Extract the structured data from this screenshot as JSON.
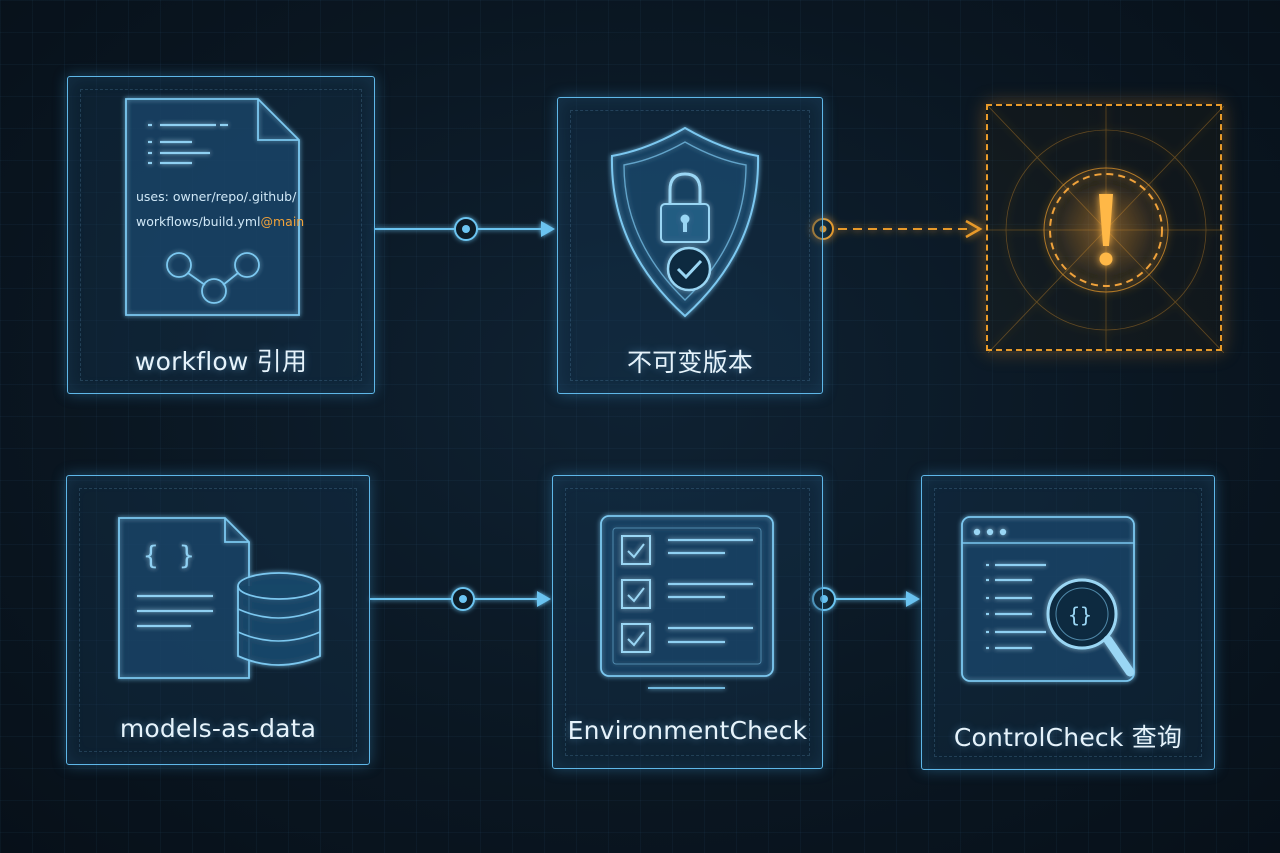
{
  "diagram": {
    "nodes": {
      "workflow": {
        "label": "workflow 引用",
        "code_line1": "uses: owner/repo/.github/",
        "code_line2_prefix": "workflows/build.yml",
        "code_line2_ref": "@main"
      },
      "immutable": {
        "label": "不可变版本"
      },
      "warning": {
        "label": ""
      },
      "models": {
        "label": "models-as-data"
      },
      "envcheck": {
        "label": "EnvironmentCheck"
      },
      "controlcheck": {
        "label": "ControlCheck 查询"
      }
    },
    "colors": {
      "primary": "#5fb7e8",
      "warning": "#e89a2a",
      "background": "#0a1621"
    },
    "icons": [
      "document-icon",
      "shield-lock-icon",
      "warning-icon",
      "database-icon",
      "checklist-icon",
      "code-search-icon"
    ]
  }
}
